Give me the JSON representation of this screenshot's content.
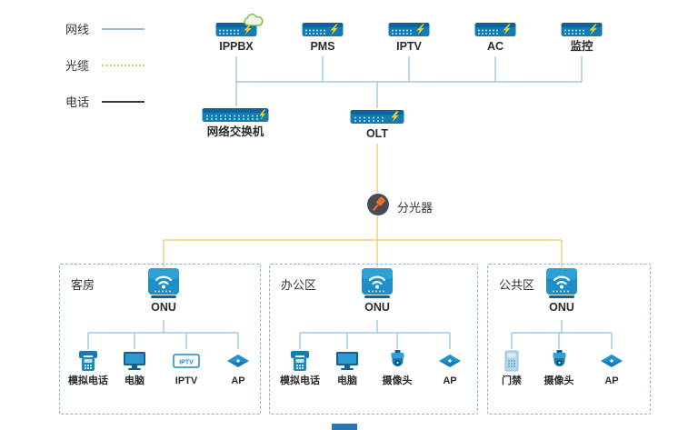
{
  "legend": {
    "items": [
      {
        "label": "网线",
        "color": "#8fbcdc",
        "line_style": "solid"
      },
      {
        "label": "光缆",
        "color": "#e8c85a",
        "line_style": "dotted"
      },
      {
        "label": "电话",
        "color": "#3a3a3a",
        "line_style": "solid"
      }
    ]
  },
  "head_devices": [
    {
      "label": "IPPBX",
      "icon": "server-icon",
      "has_cloud": true
    },
    {
      "label": "PMS",
      "icon": "server-icon",
      "has_cloud": false
    },
    {
      "label": "IPTV",
      "icon": "server-icon",
      "has_cloud": false
    },
    {
      "label": "AC",
      "icon": "server-icon",
      "has_cloud": false
    },
    {
      "label": "监控",
      "icon": "server-icon",
      "has_cloud": false
    }
  ],
  "core": {
    "switch": {
      "label": "网络交换机",
      "icon": "switch-icon"
    },
    "olt": {
      "label": "OLT",
      "icon": "olt-icon"
    },
    "splitter": {
      "label": "分光器",
      "icon": "splitter-icon"
    }
  },
  "zones": [
    {
      "name": "客房",
      "onu_label": "ONU",
      "devices": [
        {
          "label": "模拟电话",
          "icon": "phone-icon"
        },
        {
          "label": "电脑",
          "icon": "computer-icon"
        },
        {
          "label": "IPTV",
          "icon": "stb-icon",
          "icon_text": "IPTV"
        },
        {
          "label": "AP",
          "icon": "ap-icon"
        }
      ]
    },
    {
      "name": "办公区",
      "onu_label": "ONU",
      "devices": [
        {
          "label": "模拟电话",
          "icon": "phone-icon"
        },
        {
          "label": "电脑",
          "icon": "computer-icon"
        },
        {
          "label": "摄像头",
          "icon": "camera-icon"
        },
        {
          "label": "AP",
          "icon": "ap-icon"
        }
      ]
    },
    {
      "name": "公共区",
      "onu_label": "ONU",
      "devices": [
        {
          "label": "门禁",
          "icon": "access-control-icon"
        },
        {
          "label": "摄像头",
          "icon": "camera-icon"
        },
        {
          "label": "AP",
          "icon": "ap-icon"
        }
      ]
    }
  ],
  "colors": {
    "network_line": "#8fbcdc",
    "fiber_line": "#e8c85a",
    "phone_line": "#3a3a3a",
    "device_primary": "#147cb3",
    "device_dark": "#0e639b",
    "bolt_yellow": "#f6cf1c",
    "zone_border": "#8fb0cc",
    "cloud_green": "#7cc04a",
    "splitter_orange": "#e2702a"
  }
}
